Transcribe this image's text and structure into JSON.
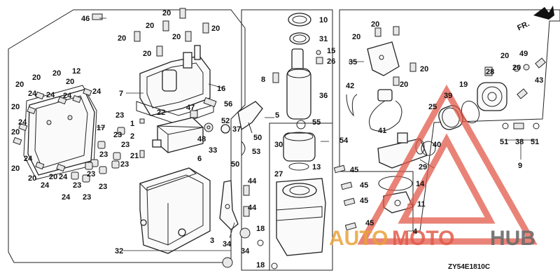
{
  "diagram": {
    "direction_label": "FR.",
    "diagram_code": "ZY54E1810C",
    "callouts": {
      "c46": "46",
      "c20a": "20",
      "c20b": "20",
      "c20c": "20",
      "c20d": "20",
      "c20e": "20",
      "c20f": "20",
      "c20g": "20",
      "c20h": "20",
      "c20i": "20",
      "c20j": "20",
      "c20k": "20",
      "c20l": "20",
      "c20m": "20",
      "c20n": "20",
      "c20o": "20",
      "c20p": "20",
      "c20q": "20",
      "c20r": "20",
      "c20s": "20",
      "c20t": "20",
      "c20u": "20",
      "c7": "7",
      "c16": "16",
      "c12": "12",
      "c24a": "24",
      "c24b": "24",
      "c24c": "24",
      "c24d": "24",
      "c24e": "24",
      "c24f": "24",
      "c24g": "24",
      "c24h": "24",
      "c24i": "24",
      "c17": "17",
      "c23a": "23",
      "c23b": "23",
      "c23c": "23",
      "c23d": "23",
      "c23e": "23",
      "c23f": "23",
      "c23g": "23",
      "c23h": "23",
      "c23i": "23",
      "c1": "1",
      "c2": "2",
      "c21": "21",
      "c22": "22",
      "c47": "47",
      "c48": "48",
      "c33": "33",
      "c52": "52",
      "c56": "56",
      "c37": "37",
      "c50a": "50",
      "c50b": "50",
      "c53": "53",
      "c6": "6",
      "c44a": "44",
      "c44b": "44",
      "c3": "3",
      "c34a": "34",
      "c34b": "34",
      "c18a": "18",
      "c18b": "18",
      "c32": "32",
      "c10": "10",
      "c31": "31",
      "c15": "15",
      "c26": "26",
      "c8": "8",
      "c36": "36",
      "c5": "5",
      "c55": "55",
      "c54": "54",
      "c30": "30",
      "c13": "13",
      "c27": "27",
      "c45a": "45",
      "c45b": "45",
      "c45c": "45",
      "c45d": "45",
      "c4": "4",
      "c35": "35",
      "c42": "42",
      "c41": "41",
      "c25": "25",
      "c39": "39",
      "c29": "29",
      "c40": "40",
      "c14": "14",
      "c11": "11",
      "c19": "19",
      "c28": "28",
      "c49": "49",
      "c43": "43",
      "c51a": "51",
      "c51b": "51",
      "c38": "38",
      "c9": "9"
    }
  },
  "watermark": {
    "part1": "AUTO",
    "part2": "MOTO",
    "part3": "HUB",
    "colors": {
      "auto": "#e8a23b",
      "moto": "#e25a4a",
      "hub": "#6a6a6a",
      "triangle": "#e25a4a"
    }
  }
}
